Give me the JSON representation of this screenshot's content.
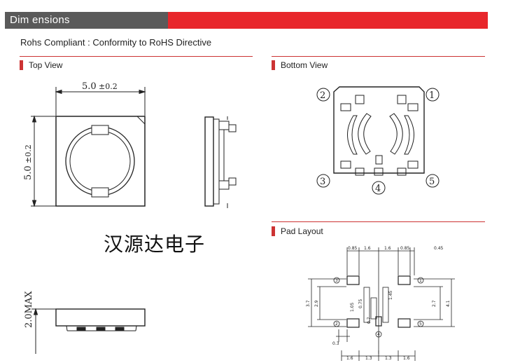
{
  "header": {
    "title": "Dim ensions"
  },
  "rohs_note": "Rohs Compliant : Conformity to RoHS Directive",
  "sections": {
    "top_view": "Top View",
    "bottom_view": "Bottom View",
    "pad_layout": "Pad Layout"
  },
  "top_view": {
    "width_dim": "5.0",
    "width_tol": "±0.2",
    "height_dim": "5.0",
    "height_tol": "±0.2",
    "height_max": "2.0MAX"
  },
  "company": "汉源达电子",
  "bottom_view": {
    "pins": [
      "1",
      "2",
      "3",
      "4",
      "5"
    ]
  },
  "pad_layout": {
    "top_dims": [
      "0.85",
      "1.6",
      "1.6",
      "0.85",
      "0.45"
    ],
    "left_dims": [
      "3.7",
      "2.9"
    ],
    "center_dims": [
      "1.05",
      "0.75",
      "1.45",
      "0.7"
    ],
    "right_dims": [
      "2.7",
      "4.1"
    ],
    "bottom_left": "0.3",
    "bottom_dims": [
      "1.6",
      "1.3",
      "1.3",
      "1.6"
    ],
    "pins": [
      "3",
      "2",
      "4",
      "1",
      "5"
    ]
  },
  "colors": {
    "accent": "#e8262b",
    "dark": "#5a5a5a"
  }
}
